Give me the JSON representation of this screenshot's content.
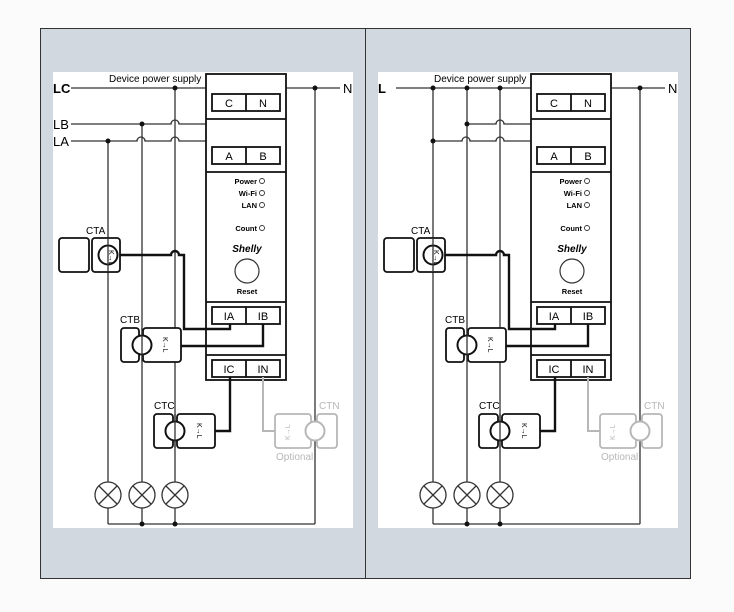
{
  "panels": [
    {
      "supply_label": "Device power supply",
      "line_labels": {
        "main": "LC",
        "b": "LB",
        "a": "LA"
      },
      "neutral_label": "N",
      "terminals": {
        "c": "C",
        "n": "N",
        "a": "A",
        "b": "B",
        "ia": "IA",
        "ib": "IB",
        "ic": "IC",
        "in": "IN"
      },
      "leds": [
        "Power",
        "Wi-Fi",
        "LAN",
        "Count"
      ],
      "brand": "Shelly",
      "reset_label": "Reset",
      "ct_labels": {
        "a": "CTA",
        "b": "CTB",
        "c": "CTC",
        "n": "CTN"
      },
      "ct_marking": "K→L",
      "optional_label": "Optional"
    },
    {
      "supply_label": "Device power supply",
      "line_labels": {
        "main": "L",
        "b": "",
        "a": ""
      },
      "neutral_label": "N",
      "terminals": {
        "c": "C",
        "n": "N",
        "a": "A",
        "b": "B",
        "ia": "IA",
        "ib": "IB",
        "ic": "IC",
        "in": "IN"
      },
      "leds": [
        "Power",
        "Wi-Fi",
        "LAN",
        "Count"
      ],
      "brand": "Shelly",
      "reset_label": "Reset",
      "ct_labels": {
        "a": "CTA",
        "b": "CTB",
        "c": "CTC",
        "n": "CTN"
      },
      "ct_marking": "K→L",
      "optional_label": "Optional"
    }
  ],
  "colors": {
    "background": "#d2d8df",
    "panel": "#ffffff",
    "wire": "#333333",
    "optional": "#b7b7b7"
  }
}
